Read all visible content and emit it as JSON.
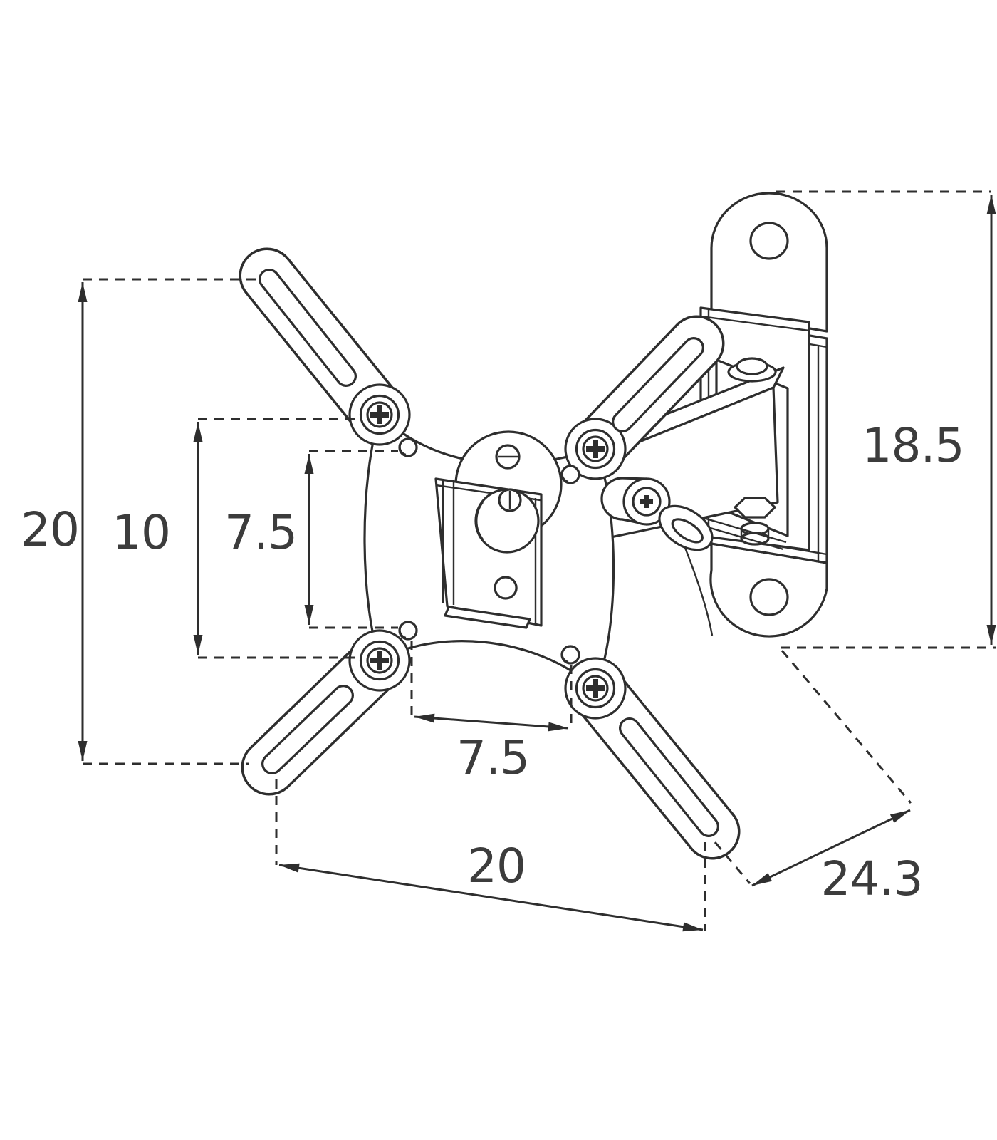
{
  "figure": {
    "name": "tv-wall-mount-dimension-drawing",
    "background": "#ffffff",
    "line_color": "#2e2e2e",
    "label_color": "#3c3c3c"
  },
  "dims": {
    "left_total": "20",
    "left_mid": "10",
    "left_inner": "7.5",
    "bottom_inner": "7.5",
    "bottom_total": "20",
    "diagonal_depth": "24.3",
    "plate_height": "18.5"
  }
}
